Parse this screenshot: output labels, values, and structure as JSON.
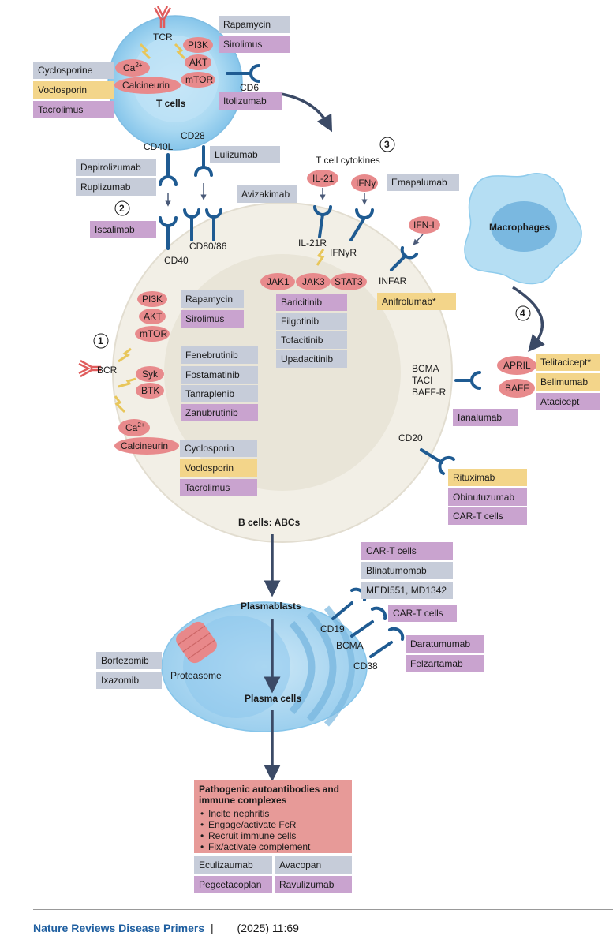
{
  "cells": {
    "t_cells": "T cells",
    "b_cells": "B cells: ABCs",
    "macrophages": "Macrophages",
    "plasmablasts": "Plasmablasts",
    "plasma_cells": "Plasma cells"
  },
  "step_numbers": [
    "1",
    "2",
    "3",
    "4"
  ],
  "molecules": {
    "tcr": "TCR",
    "ca": "Ca",
    "ca_sup": "2+",
    "pi3k": "PI3K",
    "akt": "AKT",
    "mtor": "mTOR",
    "calcineurin": "Calcineurin",
    "cd6": "CD6",
    "cd28": "CD28",
    "cd40l": "CD40L",
    "cd40": "CD40",
    "cd80_86": "CD80/86",
    "t_cell_cytokines": "T cell cytokines",
    "il21": "IL-21",
    "ifng": "IFNγ",
    "il21r": "IL-21R",
    "ifngr": "IFNγR",
    "ifn1": "IFN-I",
    "infar": "INFAR",
    "jak1": "JAK1",
    "jak3": "JAK3",
    "stat3": "STAT3",
    "bcr": "BCR",
    "syk": "Syk",
    "btk": "BTK",
    "april": "APRIL",
    "baff": "BAFF",
    "bcma": "BCMA",
    "taci": "TACI",
    "baff_r": "BAFF-R",
    "cd20": "CD20",
    "cd19": "CD19",
    "bcma2": "BCMA",
    "cd38": "CD38",
    "proteasome": "Proteasome"
  },
  "drugs": {
    "t_rapamycin": "Rapamycin",
    "t_sirolimus": "Sirolimus",
    "t_cyclosporine": "Cyclosporine",
    "t_voclosporin": "Voclosporin",
    "t_tacrolimus": "Tacrolimus",
    "itolizumab": "Itolizumab",
    "lulizumab": "Lulizumab",
    "dapirolizumab": "Dapirolizumab",
    "ruplizumab": "Ruplizumab",
    "iscalimab": "Iscalimab",
    "avizakimab": "Avizakimab",
    "emapalumab": "Emapalumab",
    "anifrolumab": "Anifrolumab*",
    "baricitinib": "Baricitinib",
    "filgotinib": "Filgotinib",
    "tofacitinib": "Tofacitinib",
    "upadacitinib": "Upadacitinib",
    "b_rapamycin": "Rapamycin",
    "b_sirolimus": "Sirolimus",
    "fenebrutinib": "Fenebrutinib",
    "fostamatinib": "Fostamatinib",
    "tanraplenib": "Tanraplenib",
    "zanubrutinib": "Zanubrutinib",
    "b_cyclosporin": "Cyclosporin",
    "b_voclosporin": "Voclosporin",
    "b_tacrolimus": "Tacrolimus",
    "telitacicept": "Telitacicept*",
    "belimumab": "Belimumab",
    "atacicept": "Atacicept",
    "ianalumab": "Ianalumab",
    "rituximab": "Rituximab",
    "obinutuzumab": "Obinutuzumab",
    "cart1": "CAR-T cells",
    "cart2": "CAR-T cells",
    "blinatumomab": "Blinatumomab",
    "medi": "MEDI551, MD1342",
    "cart3": "CAR-T cells",
    "daratumumab": "Daratumumab",
    "felzartamab": "Felzartamab",
    "bortezomib": "Bortezomib",
    "ixazomib": "Ixazomib",
    "eculizumab": "Eculizaumab",
    "avacopan": "Avacopan",
    "pegcetacoplan": "Pegcetacoplan",
    "ravulizumab": "Ravulizumab"
  },
  "outcome": {
    "title": "Pathogenic autoantibodies and immune complexes",
    "bullets": [
      "Incite nephritis",
      "Engage/activate FcR",
      "Recruit immune cells",
      "Fix/activate complement"
    ]
  },
  "footer": {
    "journal": "Nature Reviews Disease Primers",
    "separator": "|",
    "citation": "(2025) 11:69"
  },
  "colors": {
    "drug_grey": "#c6ccd9",
    "drug_purple": "#c9a3cf",
    "drug_yellow": "#f3d58a",
    "molecule_red": "#e88a8c",
    "receptor_blue": "#1f5b92",
    "arrow_navy": "#3b4a66",
    "cell_blue": "#a9d6ef"
  }
}
